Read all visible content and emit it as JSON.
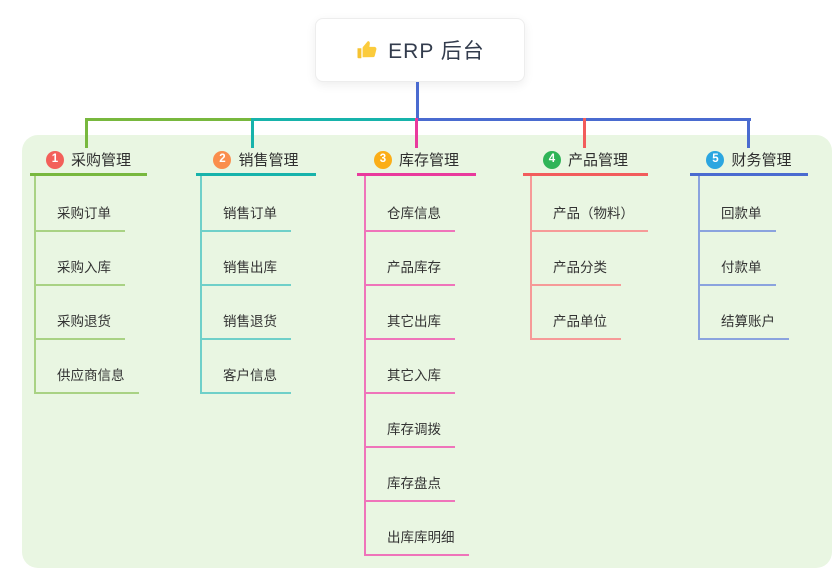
{
  "root": {
    "label": "ERP 后台",
    "icon": "thumbs-up-icon",
    "line_color": "#4a6bd0"
  },
  "branches": [
    {
      "badge": "1",
      "label": "采购管理",
      "color": "#78b83e",
      "light_color": "#a9d284",
      "badge_color": "#f3605a",
      "children": [
        "采购订单",
        "采购入库",
        "采购退货",
        "供应商信息"
      ]
    },
    {
      "badge": "2",
      "label": "销售管理",
      "color": "#17b3ab",
      "light_color": "#6fd0c9",
      "badge_color": "#fa8e4d",
      "children": [
        "销售订单",
        "销售出库",
        "销售退货",
        "客户信息"
      ]
    },
    {
      "badge": "3",
      "label": "库存管理",
      "color": "#e93a9d",
      "light_color": "#ef74ba",
      "badge_color": "#fbae17",
      "children": [
        "仓库信息",
        "产品库存",
        "其它出库",
        "其它入库",
        "库存调拨",
        "库存盘点",
        "出库库明细"
      ]
    },
    {
      "badge": "4",
      "label": "产品管理",
      "color": "#f25c5c",
      "light_color": "#f69a98",
      "badge_color": "#2fb457",
      "children": [
        "产品（物料）",
        "产品分类",
        "产品单位"
      ]
    },
    {
      "badge": "5",
      "label": "财务管理",
      "color": "#4a6bd0",
      "light_color": "#8ba3de",
      "badge_color": "#2ba6e0",
      "children": [
        "回款单",
        "付款单",
        "结算账户"
      ]
    }
  ],
  "canvas": {
    "panel_bg": "#e9f6e2",
    "background": "#ffffff",
    "text_color": "#333333"
  }
}
